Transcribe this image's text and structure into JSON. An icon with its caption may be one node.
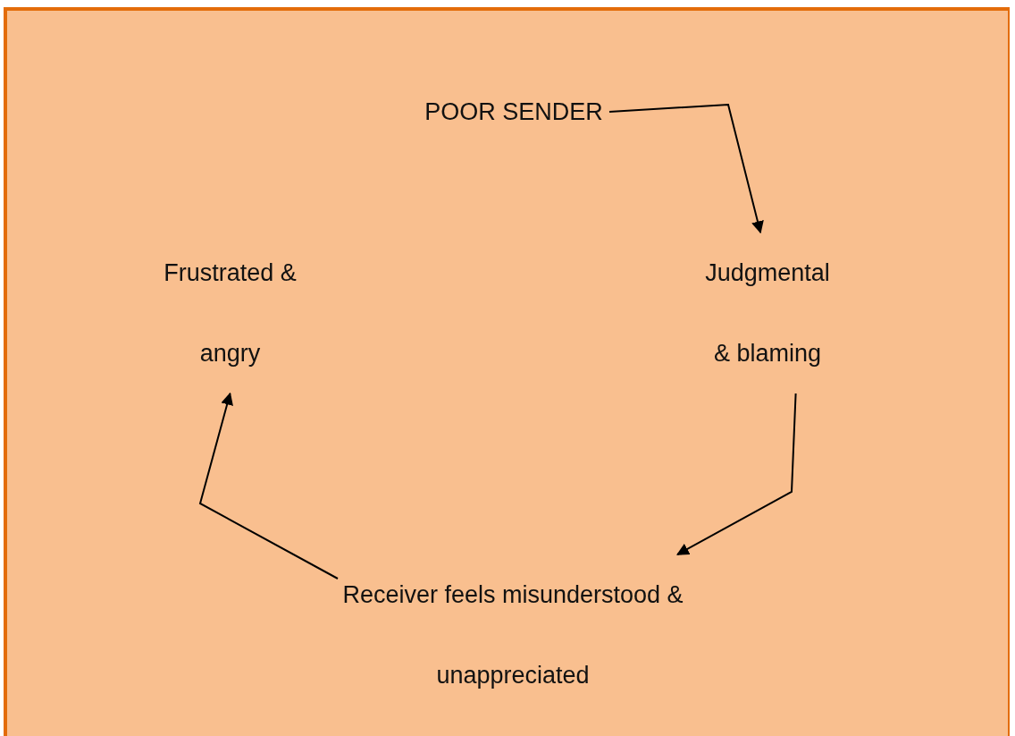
{
  "diagram": {
    "nodes": [
      {
        "text": [
          "POOR SENDER"
        ]
      },
      {
        "text": [
          "Judgmental & blaming"
        ]
      },
      {
        "text": [
          "Receiver feels misunderstood & unappreciated"
        ]
      },
      {
        "text": [
          "Frustrated & angry"
        ]
      }
    ],
    "edges": [
      {
        "from": 0,
        "to": 1,
        "arrow": "to"
      },
      {
        "from": 1,
        "to": 2,
        "arrow": "to"
      },
      {
        "from": 2,
        "to": 3,
        "arrow": "to"
      }
    ]
  }
}
